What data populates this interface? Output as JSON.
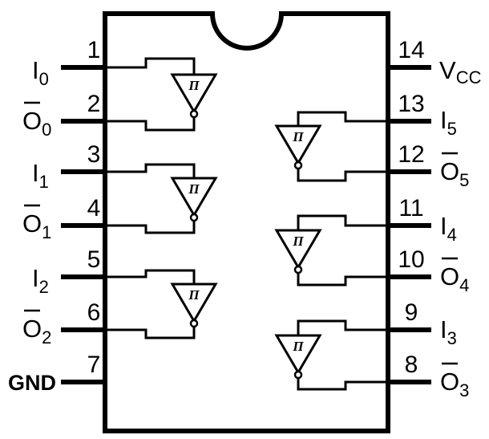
{
  "left_pins": [
    {
      "number": "1",
      "label": "I",
      "sub": "0",
      "overbar": false
    },
    {
      "number": "2",
      "label": "O",
      "sub": "0",
      "overbar": true
    },
    {
      "number": "3",
      "label": "I",
      "sub": "1",
      "overbar": false
    },
    {
      "number": "4",
      "label": "O",
      "sub": "1",
      "overbar": true
    },
    {
      "number": "5",
      "label": "I",
      "sub": "2",
      "overbar": false
    },
    {
      "number": "6",
      "label": "O",
      "sub": "2",
      "overbar": true
    },
    {
      "number": "7",
      "label": "GND",
      "sub": "",
      "overbar": false
    }
  ],
  "right_pins": [
    {
      "number": "14",
      "label": "V",
      "sub": "CC",
      "overbar": false
    },
    {
      "number": "13",
      "label": "I",
      "sub": "5",
      "overbar": false
    },
    {
      "number": "12",
      "label": "O",
      "sub": "5",
      "overbar": true
    },
    {
      "number": "11",
      "label": "I",
      "sub": "4",
      "overbar": false
    },
    {
      "number": "10",
      "label": "O",
      "sub": "4",
      "overbar": true
    },
    {
      "number": "9",
      "label": "I",
      "sub": "3",
      "overbar": false
    },
    {
      "number": "8",
      "label": "O",
      "sub": "3",
      "overbar": true
    }
  ],
  "gate_symbol": "Π",
  "gate_icon": "schmitt-trigger-inverter-icon",
  "line_color": "#000000",
  "background_color": "#ffffff"
}
